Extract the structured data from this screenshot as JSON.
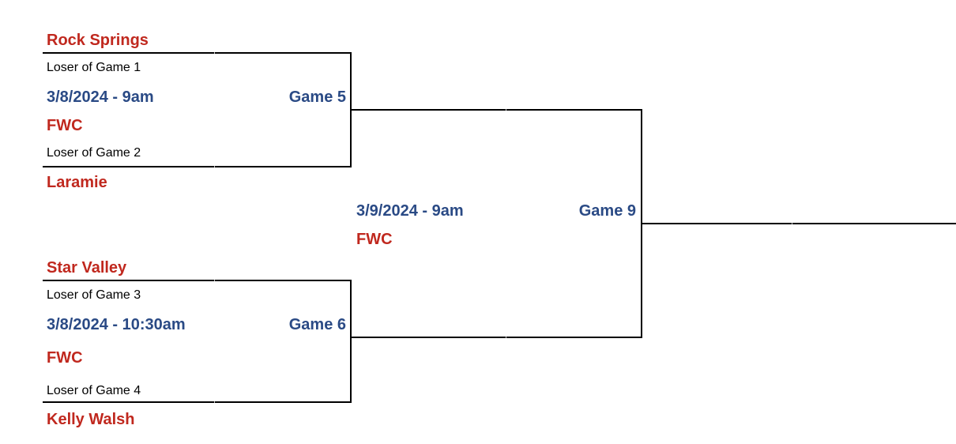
{
  "colors": {
    "team": "#c0281e",
    "schedule": "#2a4a85",
    "note": "#000000",
    "line": "#000000"
  },
  "game5": {
    "top_team": "Rock Springs",
    "top_note": "Loser of Game 1",
    "datetime": "3/8/2024 - 9am",
    "label": "Game 5",
    "venue": "FWC",
    "bottom_note": "Loser of Game 2",
    "bottom_team": "Laramie"
  },
  "game6": {
    "top_team": "Star Valley",
    "top_note": "Loser of Game 3",
    "datetime": "3/8/2024 - 10:30am",
    "label": "Game 6",
    "venue": "FWC",
    "bottom_note": "Loser of Game 4",
    "bottom_team": "Kelly Walsh"
  },
  "game9": {
    "datetime": "3/9/2024 - 9am",
    "label": "Game 9",
    "venue": "FWC"
  }
}
